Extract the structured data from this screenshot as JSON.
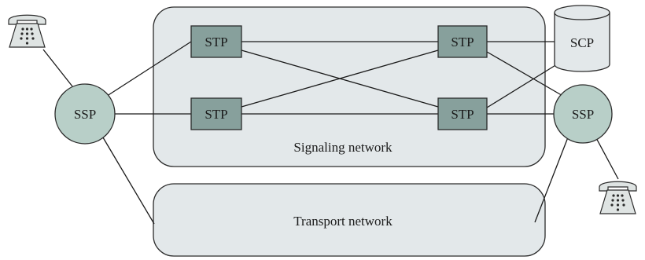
{
  "colors": {
    "region_fill": "#e3e8ea",
    "region_stroke": "#2b2b2b",
    "stp_fill": "#87a09c",
    "stp_stroke": "#2b2b2b",
    "ssp_fill": "#b8cfc8",
    "ssp_stroke": "#2b2b2b",
    "scp_fill": "#e3e8ea",
    "phone_fill": "#dfe4e3",
    "phone_stroke": "#2b2b2b",
    "line": "#1a1a1a"
  },
  "regions": {
    "signaling": {
      "label": "Signaling network"
    },
    "transport": {
      "label": "Transport network"
    }
  },
  "nodes": {
    "stp_top_left": {
      "label": "STP"
    },
    "stp_bottom_left": {
      "label": "STP"
    },
    "stp_top_right": {
      "label": "STP"
    },
    "stp_bottom_right": {
      "label": "STP"
    },
    "ssp_left": {
      "label": "SSP"
    },
    "ssp_right": {
      "label": "SSP"
    },
    "scp": {
      "label": "SCP"
    }
  },
  "icons": {
    "telephone_left": "telephone-icon",
    "telephone_right": "telephone-icon"
  }
}
